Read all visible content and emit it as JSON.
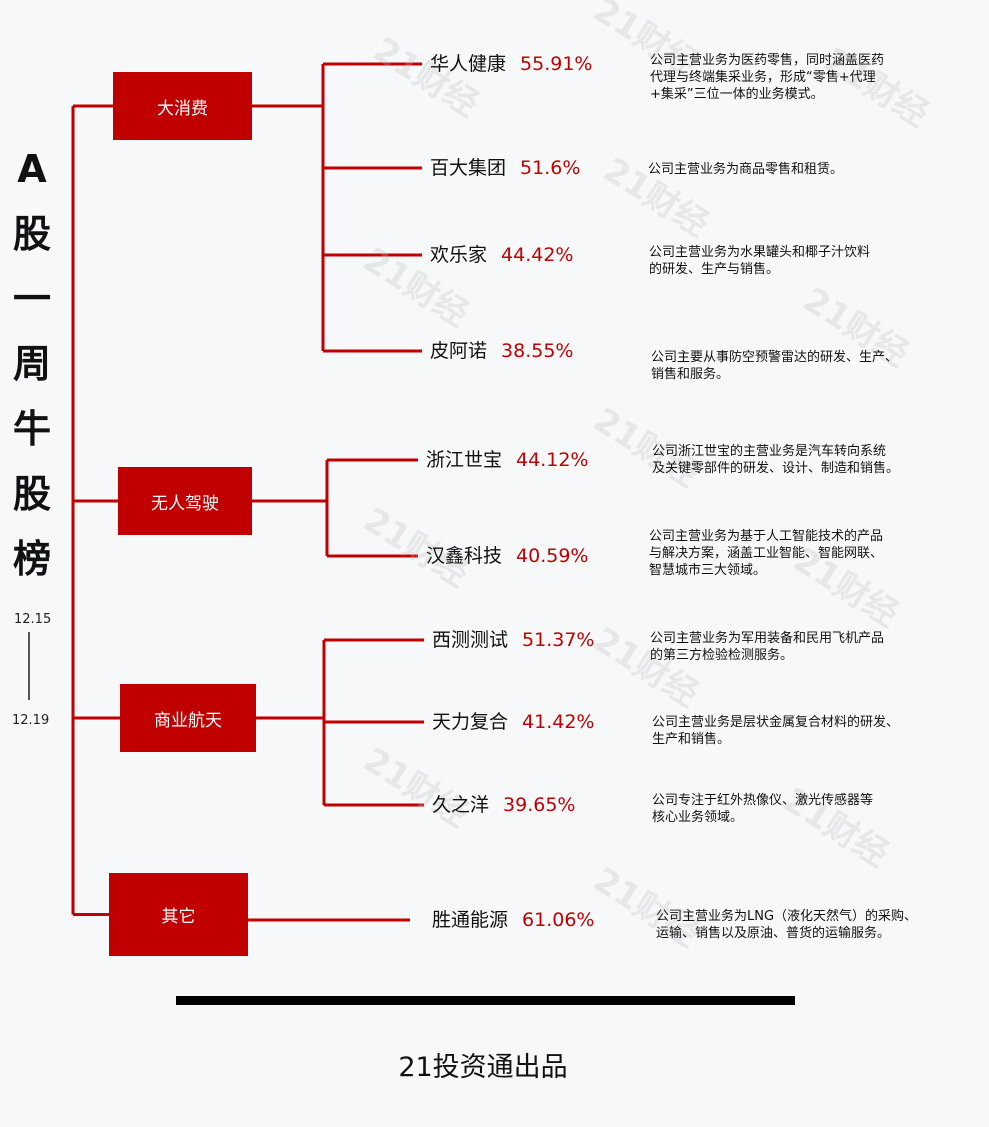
{
  "title": {
    "chars": [
      "A",
      "股",
      "一",
      "周",
      "牛",
      "股",
      "榜"
    ],
    "date_start": "12.15",
    "date_end": "12.19"
  },
  "watermark": "21财经",
  "categories": [
    {
      "label": "大消费",
      "stocks": [
        {
          "name": "华人健康",
          "pct": "55.91%",
          "desc": [
            "公司主营业务为医药零售，同时涵盖医药",
            "代理与终端集采业务，形成“零售+代理",
            "+集采”三位一体的业务模式。"
          ]
        },
        {
          "name": "百大集团",
          "pct": "51.6%",
          "desc": [
            "公司主营业务为商品零售和租赁。"
          ]
        },
        {
          "name": "欢乐家",
          "pct": "44.42%",
          "desc": [
            "公司主营业务为水果罐头和椰子汁饮料",
            "的研发、生产与销售。"
          ]
        },
        {
          "name": "皮阿诺",
          "pct": "38.55%",
          "desc": [
            "公司主要从事防空预警雷达的研发、生产、",
            "销售和服务。"
          ]
        }
      ]
    },
    {
      "label": "无人驾驶",
      "stocks": [
        {
          "name": "浙江世宝",
          "pct": "44.12%",
          "desc": [
            "公司浙江世宝的主营业务是汽车转向系统",
            "及关键零部件的研发、设计、制造和销售。"
          ]
        },
        {
          "name": "汉鑫科技",
          "pct": "40.59%",
          "desc": [
            "公司主营业务为基于人工智能技术的产品",
            "与解决方案，涵盖工业智能、智能网联、",
            "智慧城市三大领域。"
          ]
        }
      ]
    },
    {
      "label": "商业航天",
      "stocks": [
        {
          "name": "西测测试",
          "pct": "51.37%",
          "desc": [
            "公司主营业务为军用装备和民用飞机产品",
            "的第三方检验检测服务。"
          ]
        },
        {
          "name": "天力复合",
          "pct": "41.42%",
          "desc": [
            "公司主营业务是层状金属复合材料的研发、",
            "生产和销售。"
          ]
        },
        {
          "name": "久之洋",
          "pct": "39.65%",
          "desc": [
            "公司专注于红外热像仪、激光传感器等",
            "核心业务领域。"
          ]
        }
      ]
    },
    {
      "label": "其它",
      "stocks": [
        {
          "name": "胜通能源",
          "pct": "61.06%",
          "desc": [
            "公司主营业务为LNG（液化天然气）的采购、",
            "运输、销售以及原油、普货的运输服务。"
          ]
        }
      ]
    }
  ],
  "footer": "21投资通出品",
  "colors": {
    "accent": "#c00000",
    "background": "#f6f8f9"
  }
}
